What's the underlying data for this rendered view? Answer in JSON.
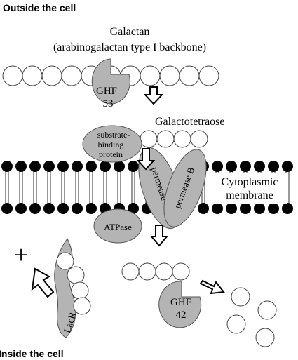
{
  "labels": {
    "outside": "Outside the cell",
    "inside": "Inside the cell",
    "galactan": "Galactan",
    "galactan_sub": "(arabinogalactan type I backbone)",
    "ghf53_line1": "GHF",
    "ghf53_line2": "53",
    "galactotetraose": "Galactotetraose",
    "sbp_line1": "substrate-",
    "sbp_line2": "binding",
    "sbp_line3": "protein",
    "permease_a": "permease A",
    "permease_b": "permease B",
    "membrane_line1": "Cytoplasmic",
    "membrane_line2": "membrane",
    "atpase": "ATPase",
    "plus": "+",
    "lacr": "LacR",
    "ghf42_line1": "GHF",
    "ghf42_line2": "42"
  },
  "colors": {
    "protein": "#b4b4b4",
    "lipid_head": "#000000",
    "sugar": "#ffffff"
  }
}
